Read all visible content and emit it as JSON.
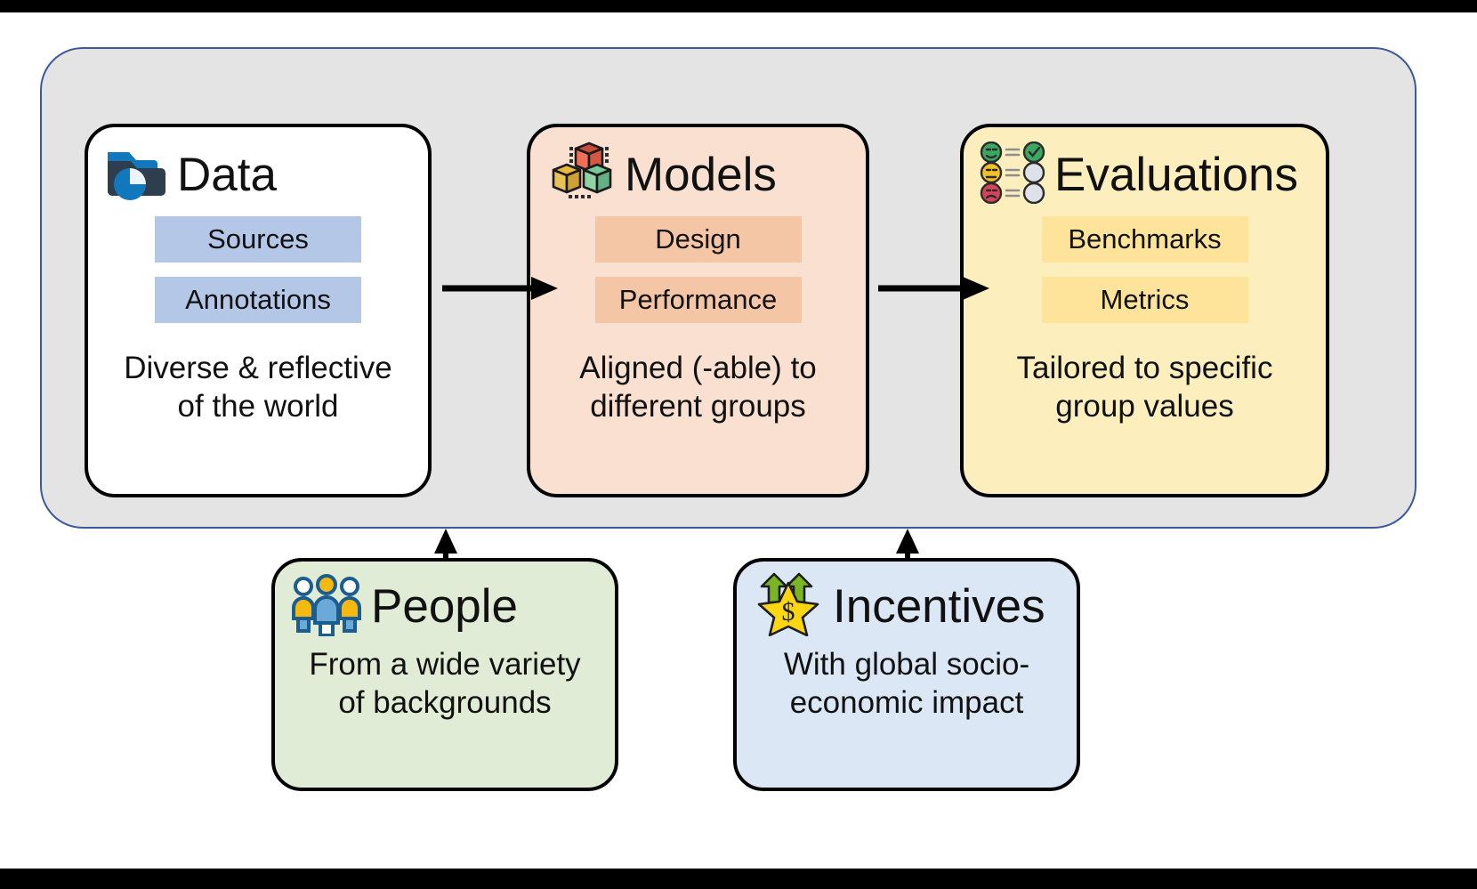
{
  "diagram": {
    "outer_container": {
      "label": "ai-lifecycle-container"
    },
    "pillars": [
      {
        "id": "data",
        "title": "Data",
        "icon": "folder-chart-icon",
        "chips": [
          "Sources",
          "Annotations"
        ],
        "description": "Diverse & reflective\nof the world",
        "description_lines": [
          "Diverse & reflective",
          "of the world"
        ],
        "bg_color": "#ffffff",
        "chip_color": "#b4c7e7"
      },
      {
        "id": "models",
        "title": "Models",
        "icon": "cubes-icon",
        "chips": [
          "Design",
          "Performance"
        ],
        "description": "Aligned (-able) to\ndifferent groups",
        "description_lines": [
          "Aligned (-able) to",
          "different groups"
        ],
        "bg_color": "#fae0d0",
        "chip_color": "#f5c6a5"
      },
      {
        "id": "evaluations",
        "title": "Evaluations",
        "icon": "rating-faces-icon",
        "chips": [
          "Benchmarks",
          "Metrics"
        ],
        "description": "Tailored to specific\ngroup values",
        "description_lines": [
          "Tailored to specific",
          "group values"
        ],
        "bg_color": "#fdeebe",
        "chip_color": "#fde49a"
      }
    ],
    "foundations": [
      {
        "id": "people",
        "title": "People",
        "icon": "people-group-icon",
        "description": "From a wide variety\nof backgrounds",
        "description_lines": [
          "From a wide variety",
          "of backgrounds"
        ],
        "bg_color": "#e0ecd5"
      },
      {
        "id": "incentives",
        "title": "Incentives",
        "icon": "money-star-growth-icon",
        "description": "With global socio-\neconomic impact",
        "description_lines": [
          "With global socio-",
          "economic impact"
        ],
        "bg_color": "#dce7f5"
      }
    ],
    "arrows": [
      {
        "id": "data-to-models",
        "direction": "right"
      },
      {
        "id": "models-to-evaluations",
        "direction": "right"
      },
      {
        "id": "people-to-container",
        "direction": "up"
      },
      {
        "id": "incentives-to-container",
        "direction": "up"
      }
    ],
    "colors": {
      "container_border": "#3b5a9a",
      "container_bg": "#e4e4e4",
      "card_border": "#000000",
      "arrow": "#000000"
    }
  }
}
